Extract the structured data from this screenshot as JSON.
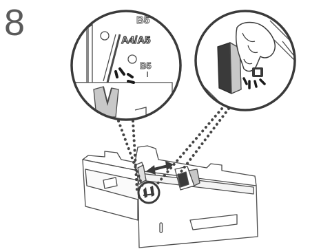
{
  "step": {
    "number": "8"
  },
  "callout_left": {
    "size_label_top": "B5",
    "size_label_main": "A4/A5",
    "size_label_mid": "B5"
  },
  "colors": {
    "line": "#4a4a4a",
    "gray_fill": "#c8c8c8",
    "dark_fill": "#3a3a3a",
    "dots": "#444444"
  },
  "icons": [
    "step-number",
    "zoom-callout-size-marks",
    "zoom-callout-guide-squeeze",
    "paper-drawer",
    "guide-tabs"
  ]
}
